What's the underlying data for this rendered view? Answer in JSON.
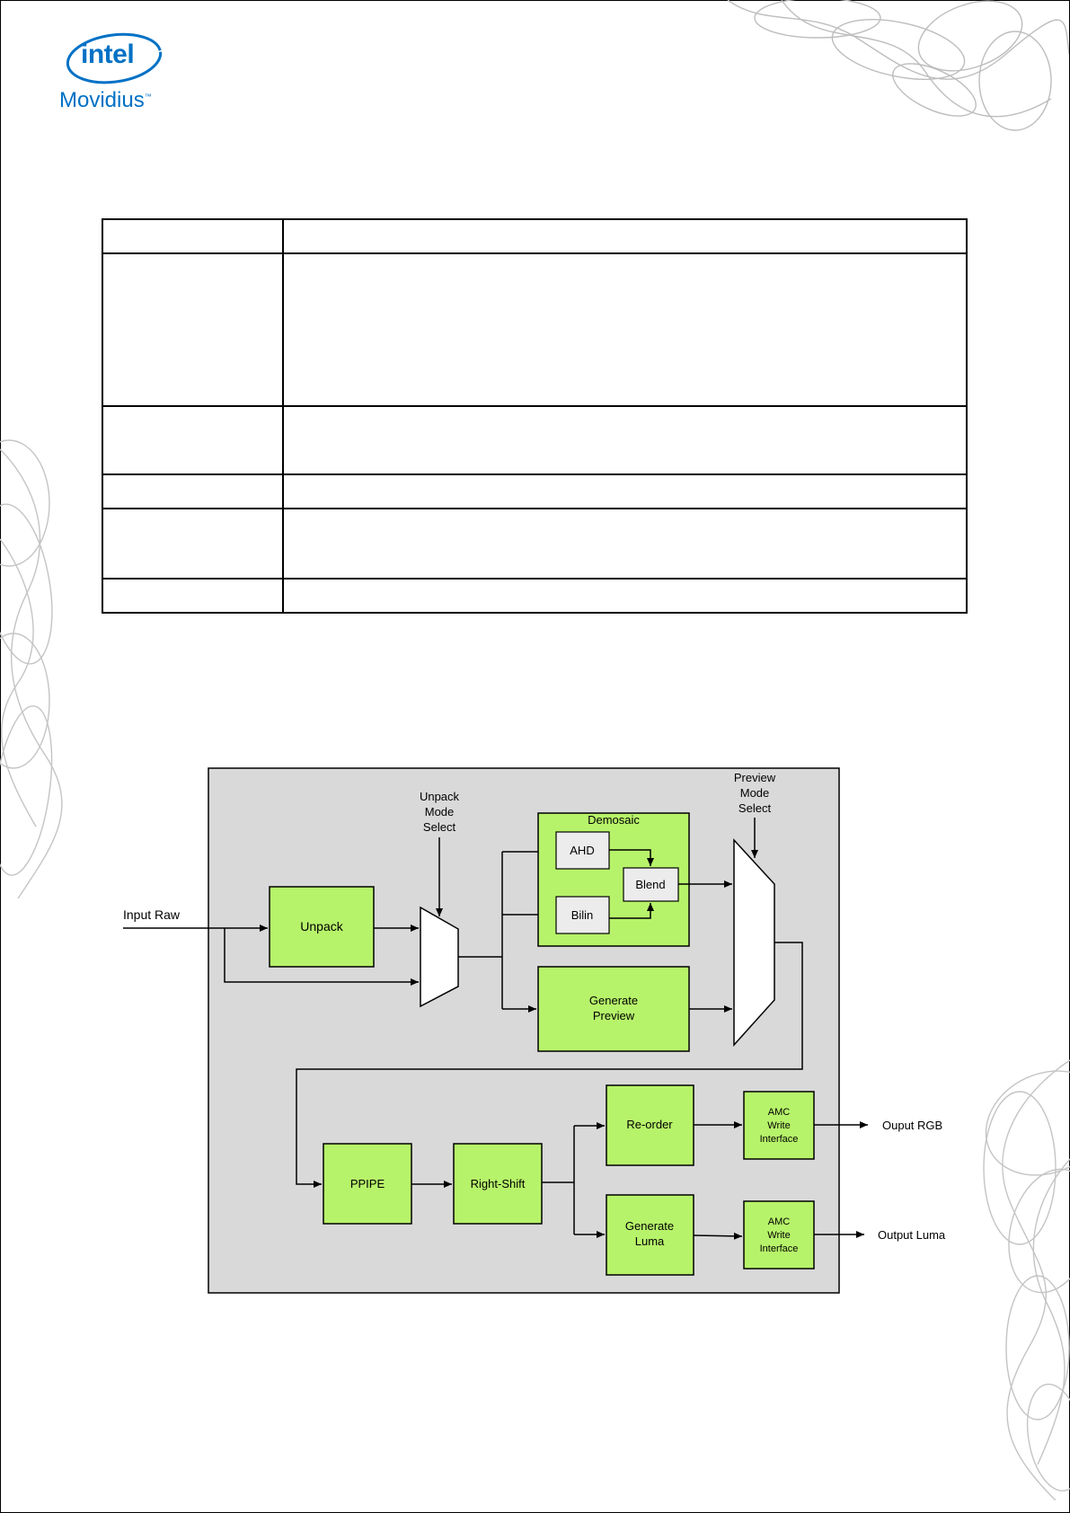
{
  "logo": {
    "word": "intel",
    "sub": "Movidius",
    "tm": "™"
  },
  "table": {
    "rows": [
      [
        "",
        ""
      ],
      [
        "",
        ""
      ],
      [
        "",
        ""
      ],
      [
        "",
        ""
      ],
      [
        "",
        ""
      ],
      [
        "",
        ""
      ]
    ]
  },
  "diagram": {
    "input_label": "Input Raw",
    "unpack": "Unpack",
    "unpack_mode_select": [
      "Unpack",
      "Mode",
      "Select"
    ],
    "demosaic": "Demosaic",
    "ahd": "AHD",
    "bilin": "Bilin",
    "blend": "Blend",
    "generate_preview": [
      "Generate",
      "Preview"
    ],
    "preview_mode_select": [
      "Preview",
      "Mode",
      "Select"
    ],
    "ppipe": "PPIPE",
    "right_shift": "Right-Shift",
    "reorder": "Re-order",
    "generate_luma": [
      "Generate",
      "Luma"
    ],
    "amc_write_rgb": [
      "AMC",
      "Write",
      "Interface"
    ],
    "amc_write_luma": [
      "AMC",
      "Write",
      "Interface"
    ],
    "output_rgb": "Ouput RGB",
    "output_luma": "Output Luma"
  },
  "colors": {
    "block_green": "#b7f36a",
    "panel_gray": "#d9d9d9",
    "sub_gray": "#ececec",
    "intel_blue": "#0071c5"
  }
}
